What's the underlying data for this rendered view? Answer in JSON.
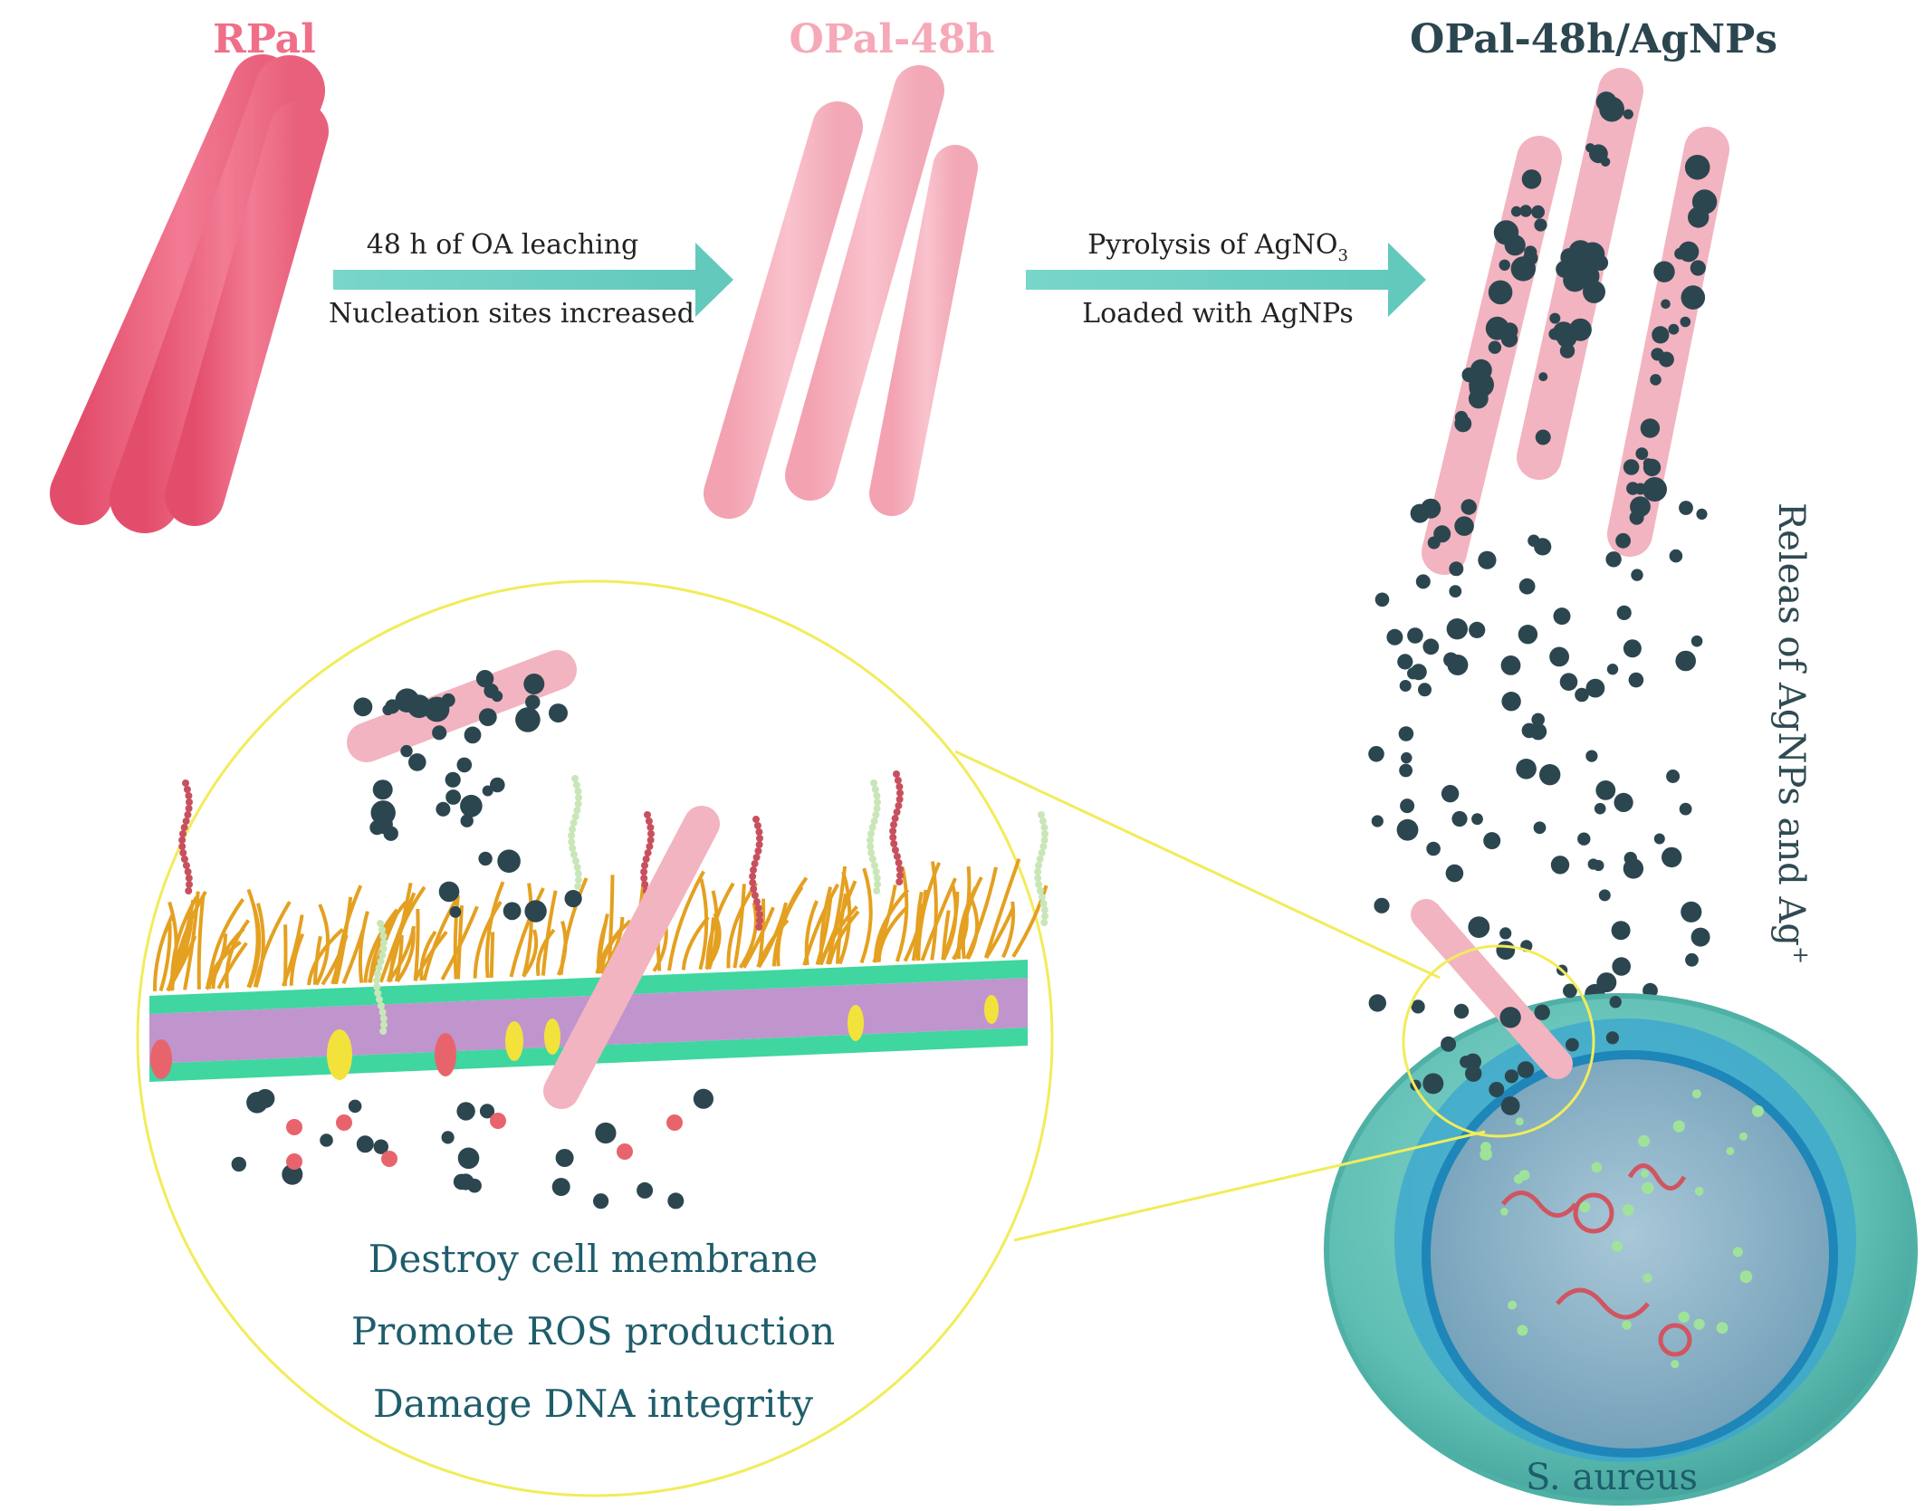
{
  "stages": {
    "rpal": {
      "label": "RPal",
      "color": "#f06e88"
    },
    "opal48h": {
      "label": "OPal-48h",
      "color": "#f6a9b8"
    },
    "opal_agnps": {
      "label": "OPal-48h/AgNPs",
      "color": "#2c4650"
    }
  },
  "arrows": [
    {
      "top": "48 h of OA leaching",
      "bottom": "Nucleation sites increased"
    },
    {
      "top_main": "Pyrolysis of AgNO",
      "top_sub": "3",
      "bottom": "Loaded with AgNPs"
    }
  ],
  "release": {
    "main": "Releas of AgNPs and Ag",
    "sup": "+"
  },
  "effects": [
    "Destroy cell membrane",
    "Promote ROS production",
    "Damage DNA integrity"
  ],
  "bacterium": {
    "label": "S. aureus"
  },
  "colors": {
    "arrow": "#6fd1c5",
    "silver_np": "#2c4650",
    "ion": "#e8646c",
    "highlight": "#f2ec5a",
    "membrane_head": "#3fd6a0",
    "lipid_tail": "#e4a020",
    "cell_wall": "#6fcfc2",
    "cell_inner": "#7fb0c8"
  },
  "icons": [
    "arrow-right-icon",
    "nanorod-icon",
    "nanoparticle-icon",
    "ion-icon",
    "cell-membrane-icon",
    "bacterium-icon"
  ]
}
